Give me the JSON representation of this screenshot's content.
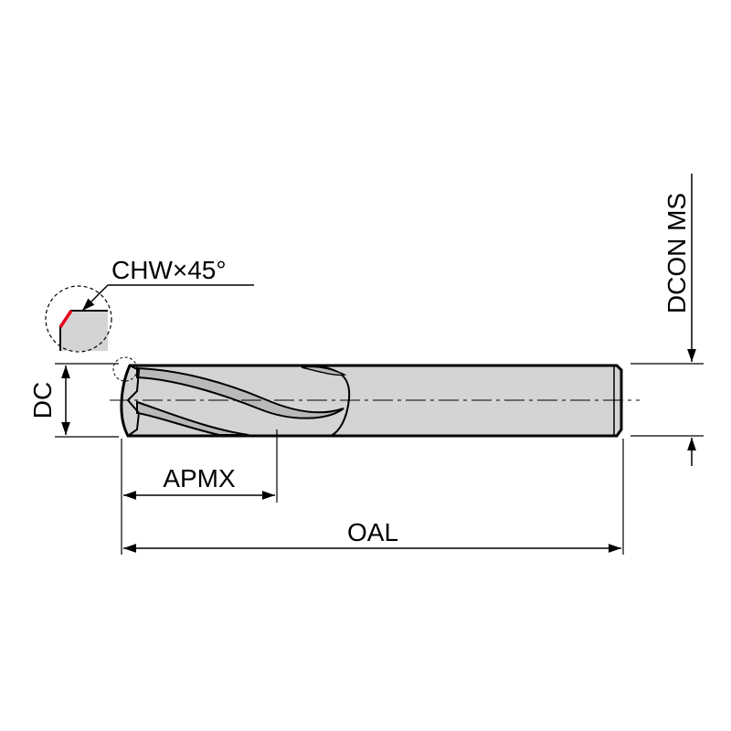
{
  "labels": {
    "chamfer": "CHW×45°",
    "cutting_diameter": "DC",
    "shank_diameter": "DCON MS",
    "cutting_length": "APMX",
    "overall_length": "OAL"
  },
  "colors": {
    "outline": "#000000",
    "tool_fill": "#d4d4d4",
    "flute_fill": "#bdbdbd",
    "chamfer_highlight": "#e8001c"
  }
}
